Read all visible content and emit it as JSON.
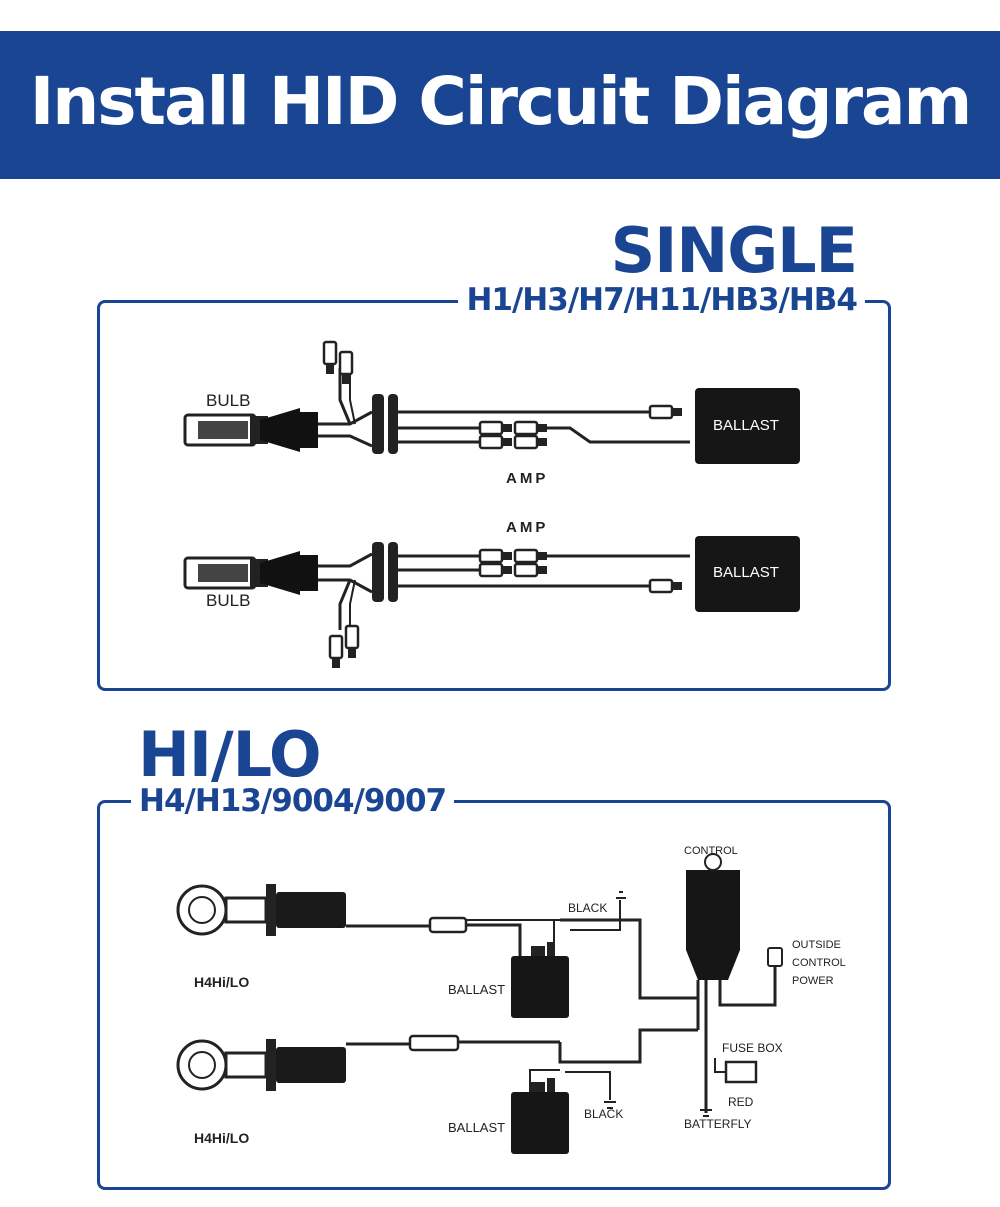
{
  "header": {
    "title": "Install HID Circuit Diagram"
  },
  "single": {
    "heading": "SINGLE",
    "models": "H1/H3/H7/H11/HB3/HB4",
    "labels": {
      "bulb_top": "BULB",
      "bulb_bottom": "BULB",
      "ballast_top": "BALLAST",
      "ballast_bottom": "BALLAST",
      "amp_top": "AMP",
      "amp_bottom": "AMP"
    }
  },
  "hilo": {
    "heading": "HI/LO",
    "models": "H4/H13/9004/9007",
    "labels": {
      "bulb_top": "H4Hi/LO",
      "bulb_bottom": "H4Hi/LO",
      "ballast_top": "BALLAST",
      "ballast_bottom": "BALLAST",
      "black_top": "BLACK",
      "black_bottom": "BLACK",
      "control": "CONTROL",
      "outside_1": "OUTSIDE",
      "outside_2": "CONTROL",
      "outside_3": "POWER",
      "fuse_box": "FUSE BOX",
      "red": "RED",
      "battery": "BATTERFLY"
    }
  },
  "colors": {
    "brand": "#1a4592",
    "ink": "#1a1a1a",
    "wire": "#2a2a2a"
  }
}
